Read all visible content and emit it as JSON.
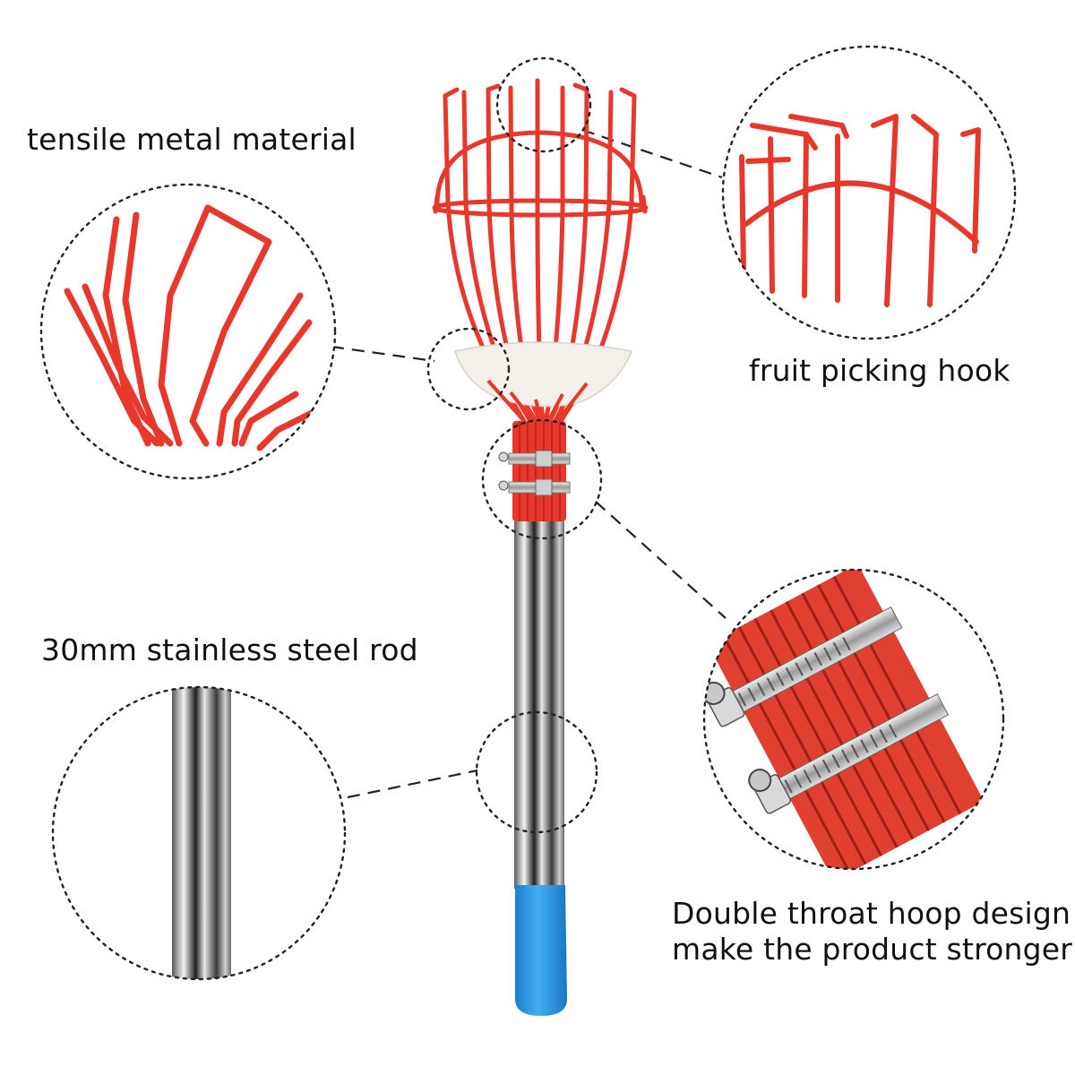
{
  "labels": {
    "tensile": "tensile metal material",
    "hook": "fruit picking hook",
    "rod": "30mm stainless steel rod",
    "hoop_line1": "Double throat hoop design",
    "hoop_line2": "make the product stronger"
  },
  "colors": {
    "wire_red": "#e8372b",
    "steel": "#b9b9b9",
    "handle_blue": "#2f97e6",
    "foam_white": "#f3efe9",
    "callout_dots": "#222222"
  }
}
